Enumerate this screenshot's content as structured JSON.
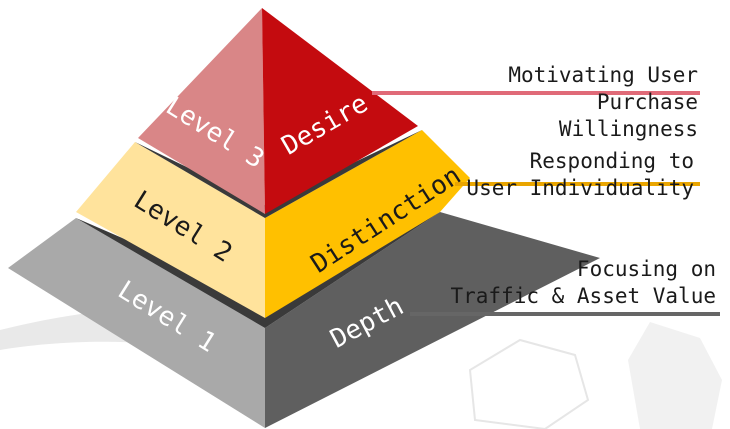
{
  "title_fragment": "",
  "colors": {
    "level3_left": "#d98687",
    "level3_right": "#c40b0f",
    "level2_left": "#ffe39c",
    "level2_right": "#ffc000",
    "level1_left": "#a9a9a9",
    "level1_right": "#5f5f5f",
    "separator": "#3a3a3a",
    "title": "#d21f2b"
  },
  "levels": [
    {
      "level_label": "Level 1",
      "name": "Depth",
      "description": [
        "Focusing on",
        "Traffic & Asset Value"
      ]
    },
    {
      "level_label": "Level 2",
      "name": "Distinction",
      "description": [
        "Responding to",
        "User Individuality"
      ]
    },
    {
      "level_label": "Level 3",
      "name": "Desire",
      "description": [
        "Motivating User",
        "Purchase",
        "Willingness"
      ]
    }
  ]
}
